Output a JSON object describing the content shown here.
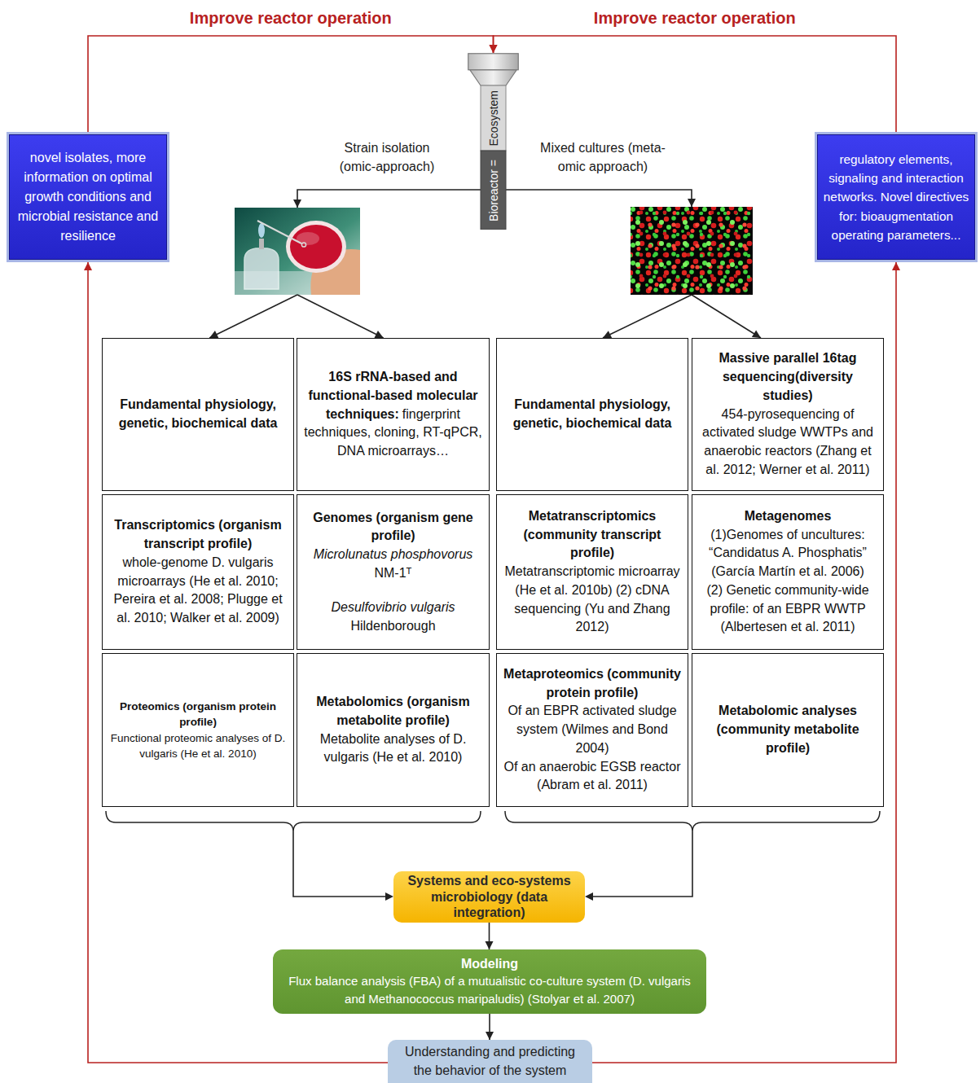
{
  "diagram": {
    "nodes": [
      {
        "text": [
          "Bioreactor =",
          "Ecosystem"
        ]
      },
      {
        "text": [
          "novel isolates, more information on optimal growth conditions and microbial resistance and resilience"
        ]
      },
      {
        "text": [
          "regulatory elements, signaling and interaction networks. Novel directives for: bioaugmentation operating parameters..."
        ]
      },
      {
        "text": [
          "Strain isolation (omic-approach)"
        ]
      },
      {
        "text": [
          "Mixed cultures (meta-omic approach)"
        ]
      },
      {
        "text": [
          "Fundamental physiology, genetic, biochemical data"
        ]
      },
      {
        "text": [
          "16S rRNA-based and functional-based molecular techniques:",
          "fingerprint techniques, cloning, RT-qPCR, DNA microarrays…"
        ]
      },
      {
        "text": [
          "Fundamental physiology, genetic, biochemical data"
        ]
      },
      {
        "text": [
          "Massive parallel 16tag sequencing(diversity studies)",
          "454-pyrosequencing of activated sludge WWTPs and anaerobic reactors (Zhang et al. 2012; Werner et al. 2011)"
        ]
      },
      {
        "text": [
          "Transcriptomics (organism transcript profile)",
          "whole-genome D. vulgaris microarrays (He et al. 2010; Pereira et al. 2008; Plugge et al. 2010; Walker et al. 2009)"
        ]
      },
      {
        "text": [
          "Genomes (organism gene profile)",
          "Microlunatus phosphovorus",
          "NM-1ᵀ",
          "Desulfovibrio vulgaris",
          "Hildenborough"
        ]
      },
      {
        "text": [
          "Metatranscriptomics (community transcript profile)",
          "Metatranscriptomic microarray (He et al. 2010b) (2) cDNA sequencing (Yu and Zhang 2012)"
        ]
      },
      {
        "text": [
          "Metagenomes",
          "(1)Genomes of uncultures: “Candidatus A. Phosphatis” (García Martín et al. 2006)",
          "(2) Genetic community-wide profile: of an EBPR WWTP (Albertesen et al. 2011)"
        ]
      },
      {
        "text": [
          "Proteomics (organism protein profile)",
          "Functional proteomic analyses of D. vulgaris (He et al. 2010)"
        ]
      },
      {
        "text": [
          "Metabolomics (organism metabolite profile)",
          "Metabolite analyses of D. vulgaris (He et al. 2010)"
        ]
      },
      {
        "text": [
          "Metaproteomics (community protein profile)",
          "Of an EBPR activated sludge system (Wilmes and Bond 2004)",
          "Of an anaerobic EGSB reactor (Abram et al. 2011)"
        ]
      },
      {
        "text": [
          "Metabolomic analyses (community metabolite profile)"
        ]
      },
      {
        "text": [
          "Systems and eco-systems microbiology (data integration)"
        ]
      },
      {
        "text": [
          "Modeling",
          "Flux balance analysis (FBA) of a mutualistic co-culture system (D. vulgaris and Methanococcus maripaludis) (Stolyar et al. 2007)"
        ]
      },
      {
        "text": [
          "Understanding and predicting the behavior of the system"
        ]
      }
    ],
    "edges": [
      {
        "from": 0,
        "to": 3,
        "arrow": "to"
      },
      {
        "from": 0,
        "to": 4,
        "arrow": "to"
      },
      {
        "from": 3,
        "to": 5,
        "arrow": "to"
      },
      {
        "from": 3,
        "to": 6,
        "arrow": "to"
      },
      {
        "from": 4,
        "to": 7,
        "arrow": "to"
      },
      {
        "from": 4,
        "to": 8,
        "arrow": "to"
      },
      {
        "from": 17,
        "to": 18,
        "arrow": "to"
      },
      {
        "from": 18,
        "to": 19,
        "arrow": "to"
      },
      {
        "from": 19,
        "to": 1,
        "arrow": "to"
      },
      {
        "from": 19,
        "to": 2,
        "arrow": "to"
      },
      {
        "from": 1,
        "to": 0,
        "arrow": "to",
        "label": "Improve reactor operation"
      },
      {
        "from": 2,
        "to": 0,
        "arrow": "to",
        "label": "Improve reactor operation"
      }
    ]
  }
}
